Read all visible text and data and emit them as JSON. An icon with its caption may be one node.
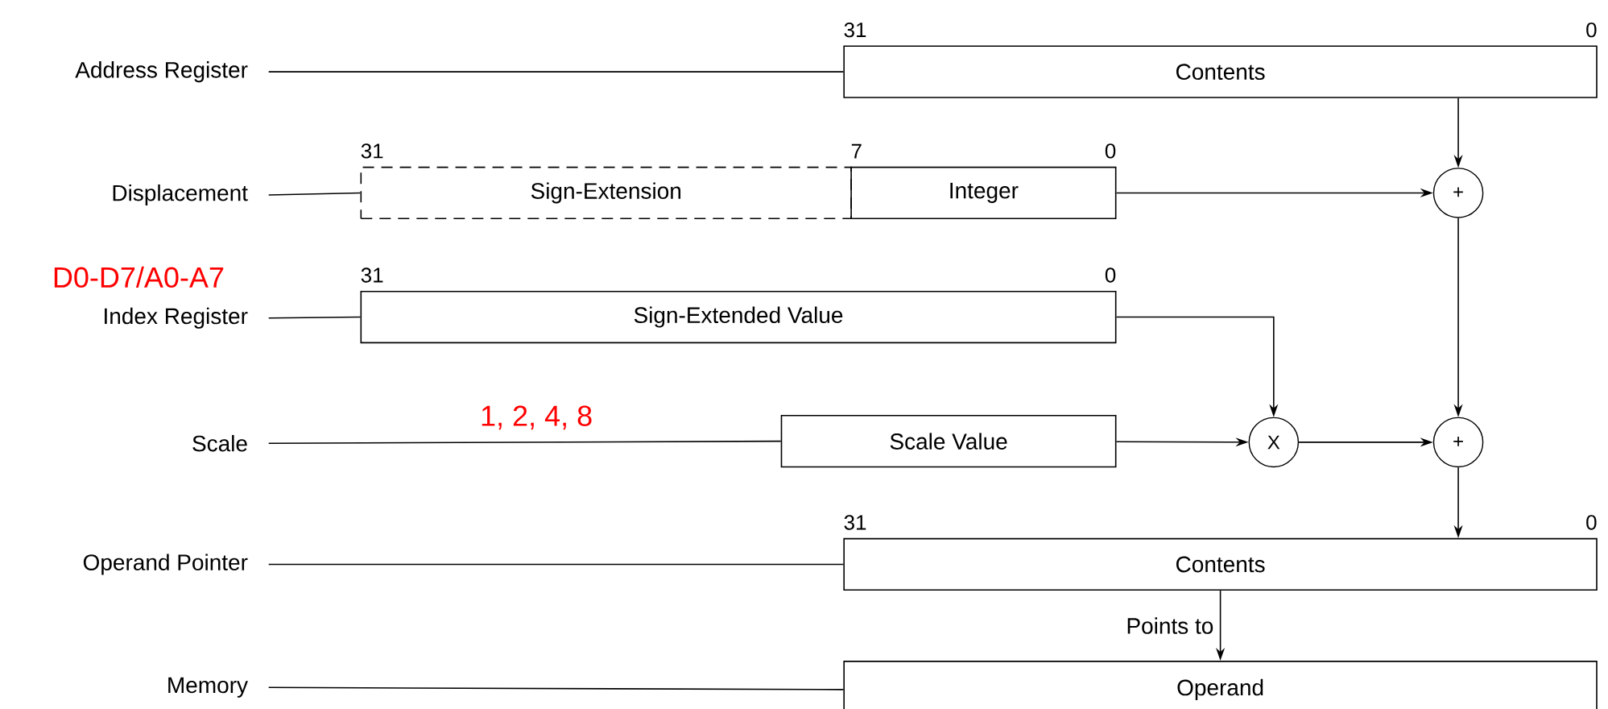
{
  "diagram": {
    "nodes": [
      {
        "text": [
          "Address Register"
        ]
      },
      {
        "text": [
          "Contents"
        ],
        "beside": [
          "31",
          "0"
        ]
      },
      {
        "text": [
          "Displacement"
        ]
      },
      {
        "text": [
          "Sign-Extension"
        ],
        "beside": [
          "31"
        ]
      },
      {
        "text": [
          "Integer"
        ],
        "beside": [
          "7",
          "0"
        ]
      },
      {
        "text": [
          "Index Register"
        ]
      },
      {
        "text": [
          "Sign-Extended Value"
        ],
        "beside": [
          "31",
          "0"
        ]
      },
      {
        "text": [
          "Scale"
        ]
      },
      {
        "text": [
          "Scale Value"
        ]
      },
      {
        "text": [
          "X"
        ]
      },
      {
        "text": [
          "+"
        ]
      },
      {
        "text": [
          "+"
        ]
      },
      {
        "text": [
          "Operand Pointer"
        ]
      },
      {
        "text": [
          "Contents"
        ],
        "beside": [
          "31",
          "0"
        ]
      },
      {
        "text": [
          "Memory"
        ]
      },
      {
        "text": [
          "Operand"
        ]
      }
    ],
    "edges": [
      {
        "from": 0,
        "to": 1,
        "arrow": "none"
      },
      {
        "from": 1,
        "to": 10,
        "arrow": "to"
      },
      {
        "from": 2,
        "to": 3,
        "arrow": "none"
      },
      {
        "from": 4,
        "to": 10,
        "arrow": "to"
      },
      {
        "from": 5,
        "to": 6,
        "arrow": "none"
      },
      {
        "from": 6,
        "to": 9,
        "arrow": "to"
      },
      {
        "from": 7,
        "to": 8,
        "arrow": "none"
      },
      {
        "from": 8,
        "to": 9,
        "arrow": "to"
      },
      {
        "from": 9,
        "to": 11,
        "arrow": "to"
      },
      {
        "from": 10,
        "to": 11,
        "arrow": "to"
      },
      {
        "from": 11,
        "to": 13,
        "arrow": "to"
      },
      {
        "from": 12,
        "to": 13,
        "arrow": "none"
      },
      {
        "from": 13,
        "to": 15,
        "label": "Points to",
        "arrow": "to"
      },
      {
        "from": 14,
        "to": 15,
        "arrow": "none"
      }
    ],
    "labels": [
      "D0-D7/A0-A7",
      "1, 2, 4, 8"
    ]
  }
}
